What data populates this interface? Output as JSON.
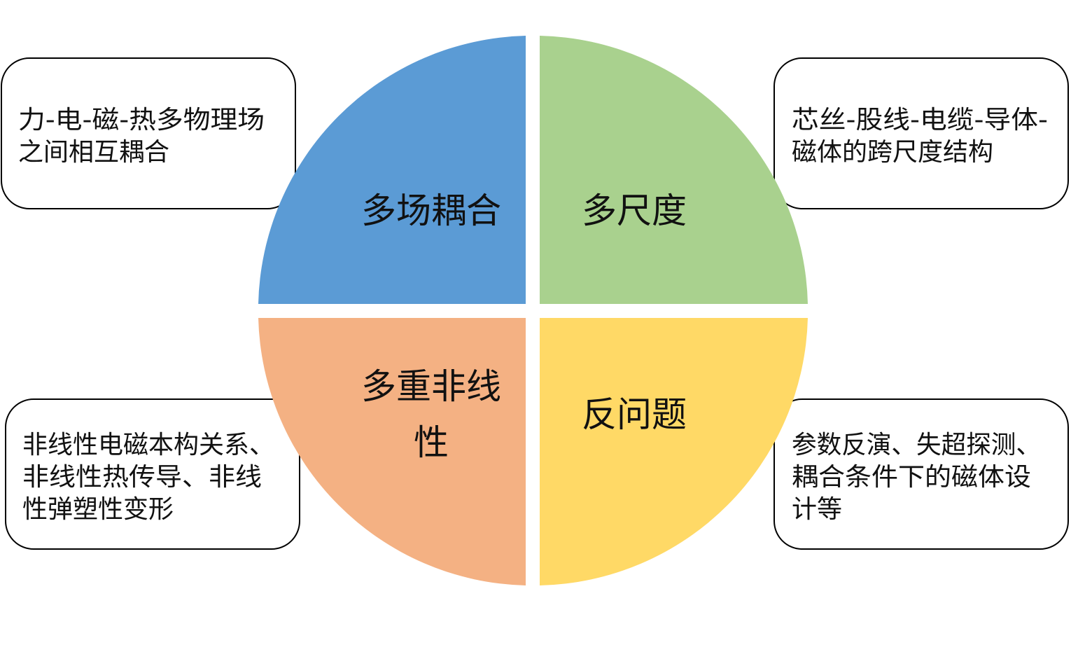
{
  "diagram": {
    "quadrants": [
      {
        "id": "top-left",
        "label_lines": [
          "多场耦合"
        ],
        "color": "#5B9BD5"
      },
      {
        "id": "top-right",
        "label_lines": [
          "多尺度"
        ],
        "color": "#A9D18E"
      },
      {
        "id": "bottom-left",
        "label_lines": [
          "多重非线",
          "性"
        ],
        "color": "#F4B183"
      },
      {
        "id": "bottom-right",
        "label_lines": [
          "反问题"
        ],
        "color": "#FFD966"
      }
    ],
    "callouts": [
      {
        "id": "top-left",
        "lines": [
          "力-电-磁-热多物理场",
          "之间相互耦合"
        ]
      },
      {
        "id": "top-right",
        "lines": [
          "芯丝-股线-电缆-导体-",
          "磁体的跨尺度结构"
        ]
      },
      {
        "id": "bottom-left",
        "lines": [
          "非线性电磁本构关系、",
          "非线性热传导、非线",
          "性弹塑性变形"
        ]
      },
      {
        "id": "bottom-right",
        "lines": [
          "参数反演、失超探测、",
          "耦合条件下的磁体设",
          "计等"
        ]
      }
    ]
  }
}
